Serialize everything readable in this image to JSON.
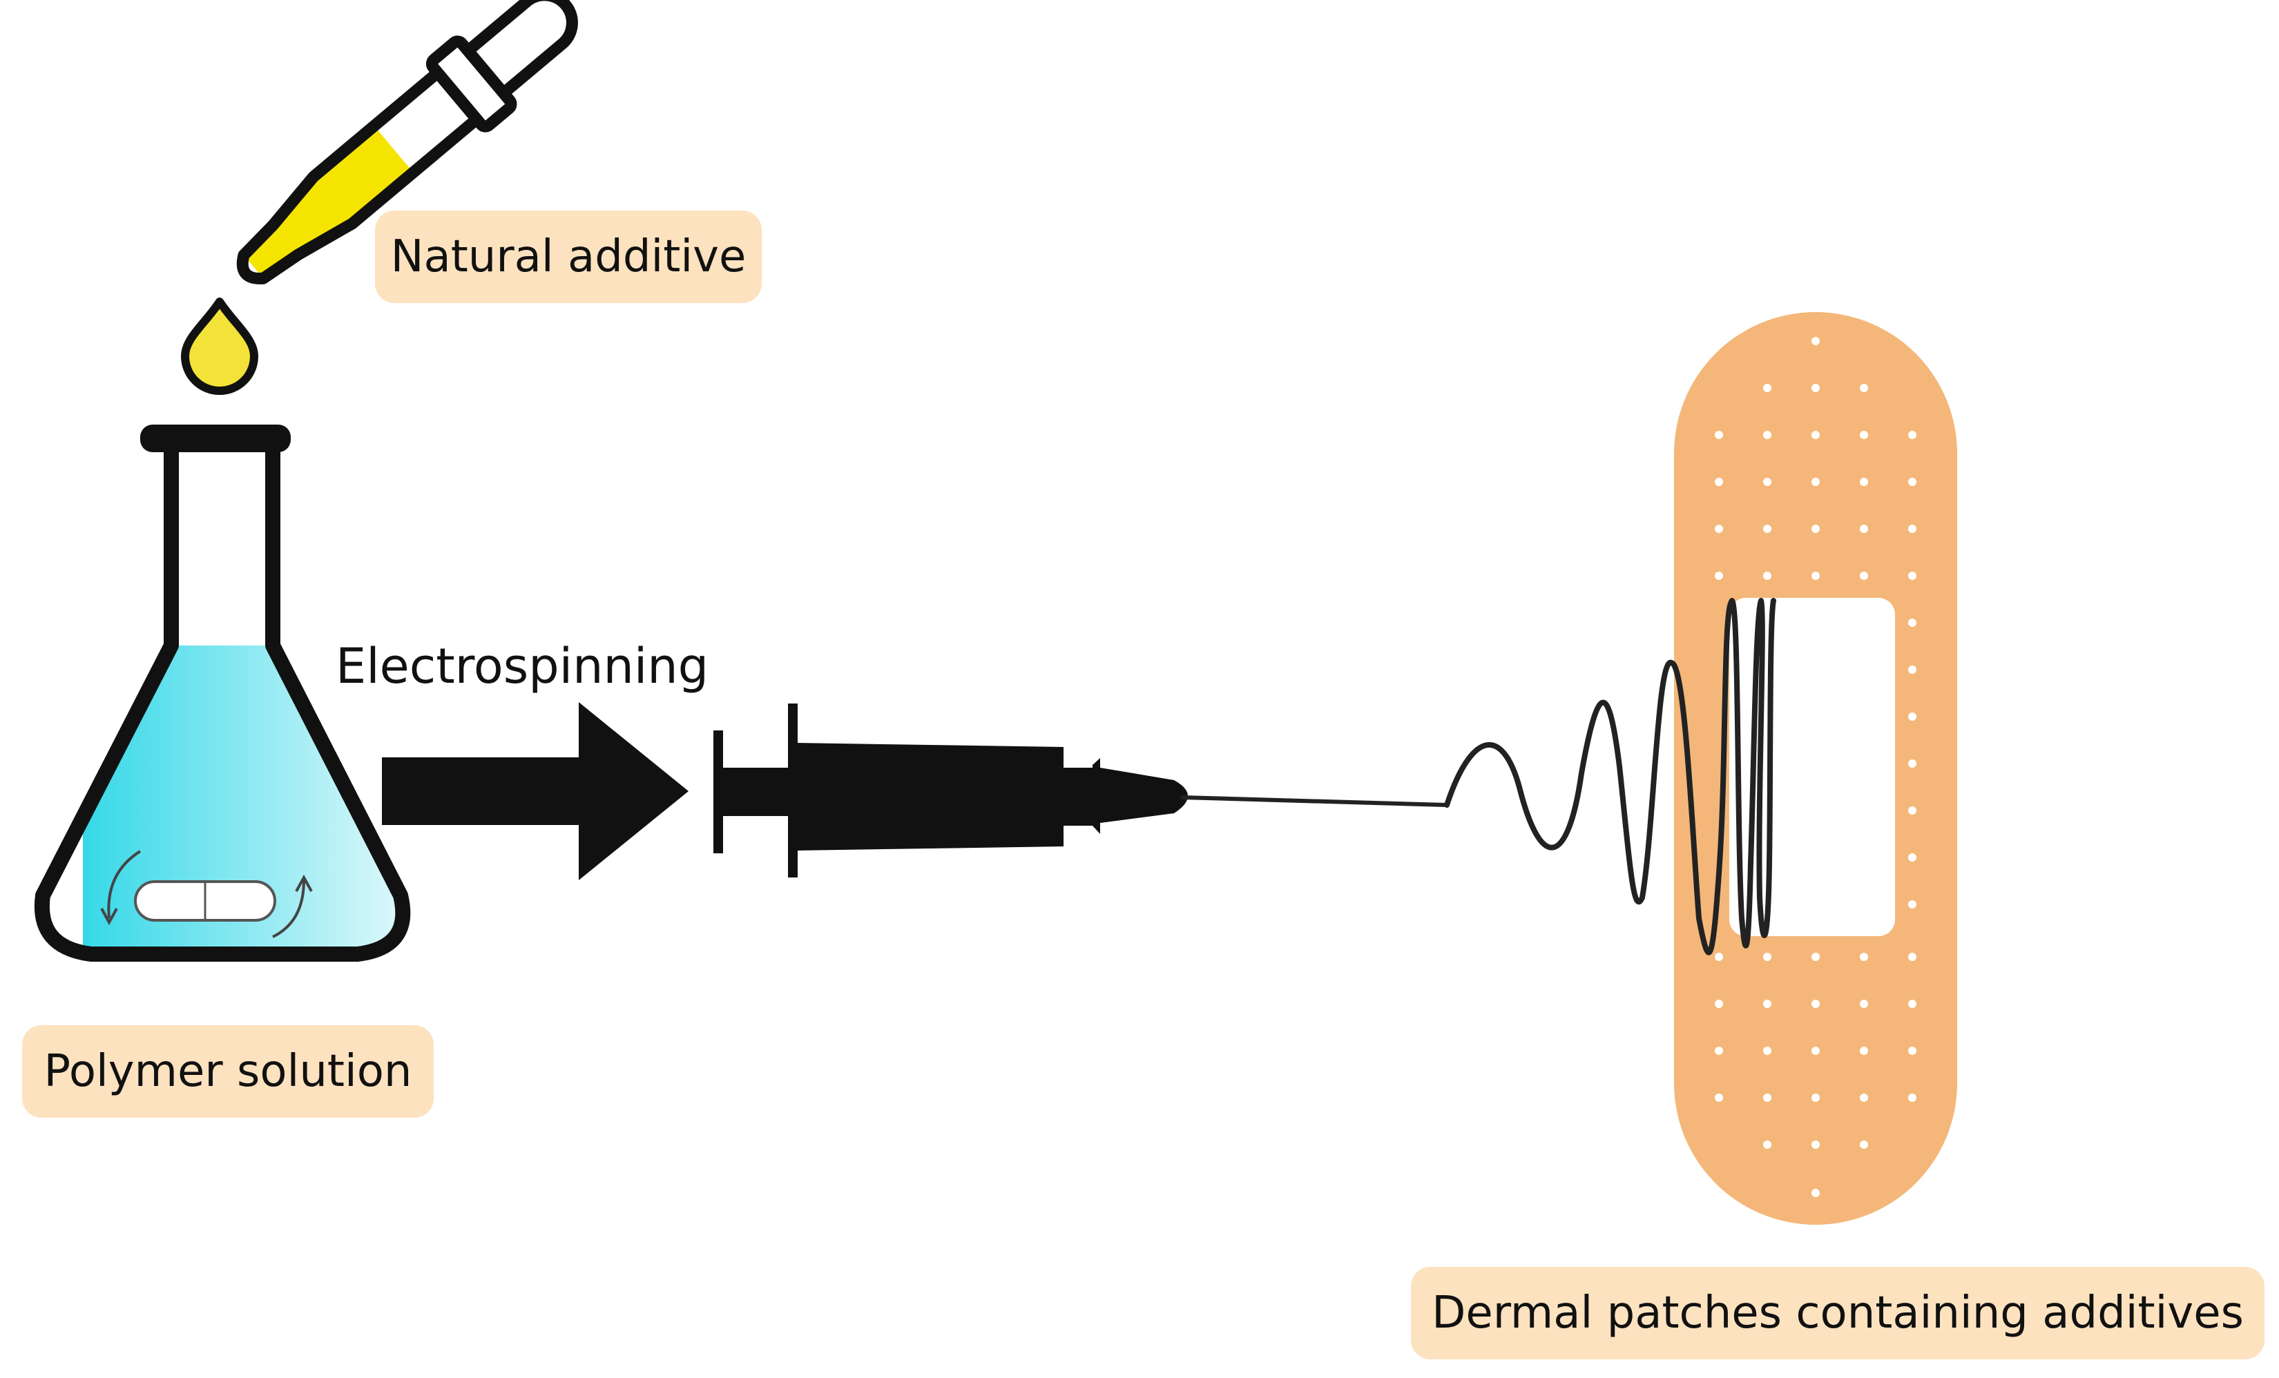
{
  "labels": {
    "natural_additive": "Natural additive",
    "polymer_solution": "Polymer solution",
    "electrospinning": "Electrospinning",
    "dermal_patches": "Dermal patches containing additives"
  },
  "colors": {
    "label_background": "#fde2bf",
    "additive_yellow": "#f5e400",
    "drop_yellow": "#f3e237",
    "solution_cyan": "#36d8e8",
    "bandage": "#f4b779",
    "ink": "#111111"
  },
  "icons": [
    "dropper-icon",
    "drop-icon",
    "flask-icon",
    "stir-bar-icon",
    "arrow-icon",
    "syringe-icon",
    "fiber-jet-icon",
    "bandage-icon"
  ]
}
